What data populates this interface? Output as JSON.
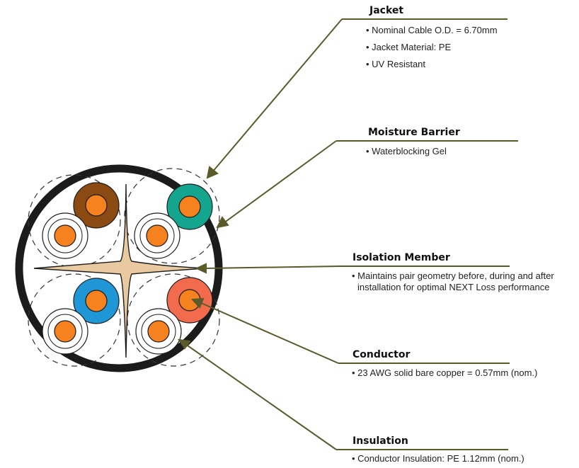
{
  "colors": {
    "leader_line": "#5a5a2a",
    "jacket": "#1b1b1b",
    "cross_filler": "#e8c9a0",
    "conductor_copper": "#f5821f",
    "pair_brown": "#8a4a12",
    "pair_green": "#14a58e",
    "pair_blue": "#1f97d6",
    "pair_orange": "#f26b4c"
  },
  "callouts": {
    "jacket": {
      "heading": "Jacket",
      "bullets": [
        "• Nominal Cable O.D. = 6.70mm",
        "• Jacket Material: PE",
        "• UV Resistant"
      ]
    },
    "moisture": {
      "heading": "Moisture Barrier",
      "bullets": [
        "• Waterblocking Gel"
      ]
    },
    "isolation": {
      "heading": "Isolation Member",
      "bullets": [
        "• Maintains pair geometry before, during and after",
        "installation for optimal NEXT Loss performance"
      ]
    },
    "conductor": {
      "heading": "Conductor",
      "bullets": [
        "• 23 AWG solid bare copper = 0.57mm (nom.)"
      ]
    },
    "insulation": {
      "heading": "Insulation",
      "bullets": [
        "• Conductor Insulation: PE 1.12mm (nom.)"
      ]
    }
  }
}
